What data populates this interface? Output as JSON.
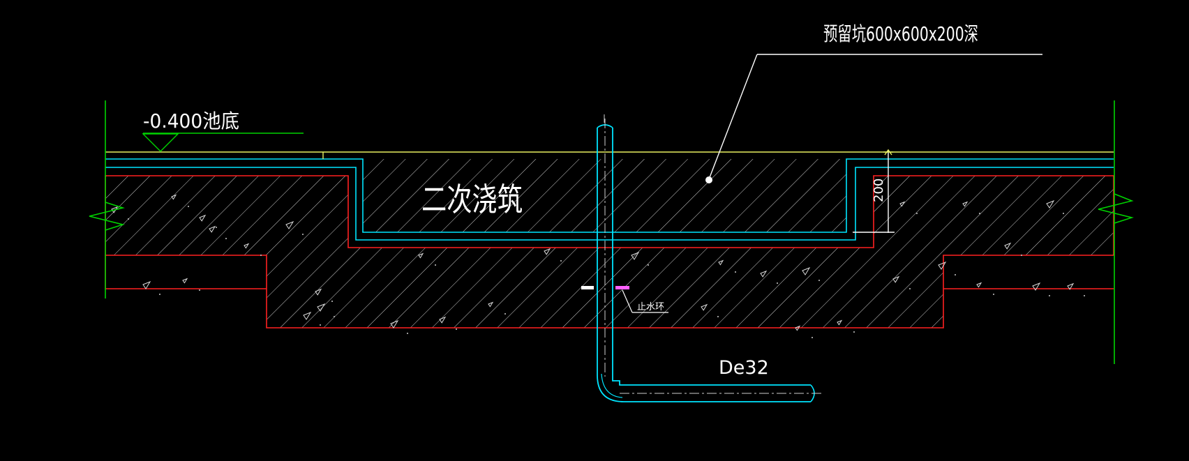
{
  "labels": {
    "pit_note": "预留坑600x600x200深",
    "elevation": "-0.400池底",
    "secondary_pour": "二次浇筑",
    "depth_dim": "200",
    "water_stop": "止水环",
    "pipe_size": "De32"
  },
  "colors": {
    "background": "#000000",
    "hatch_outline": "#ff2020",
    "waterproof_line": "#00e5ff",
    "finish_line": "#e8f060",
    "boundary_line": "#00d400",
    "text": "#ffffff",
    "water_stop_ring": "#ff60ff",
    "hatch_pattern": "#dddddd"
  }
}
